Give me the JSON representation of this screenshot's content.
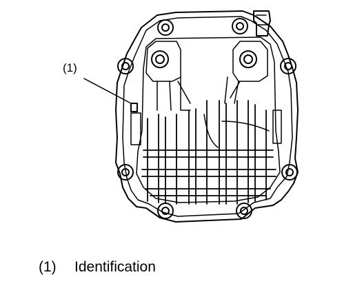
{
  "callout": {
    "number": "(1)"
  },
  "legend": {
    "items": [
      {
        "number": "(1)",
        "text": "Identification"
      }
    ]
  }
}
